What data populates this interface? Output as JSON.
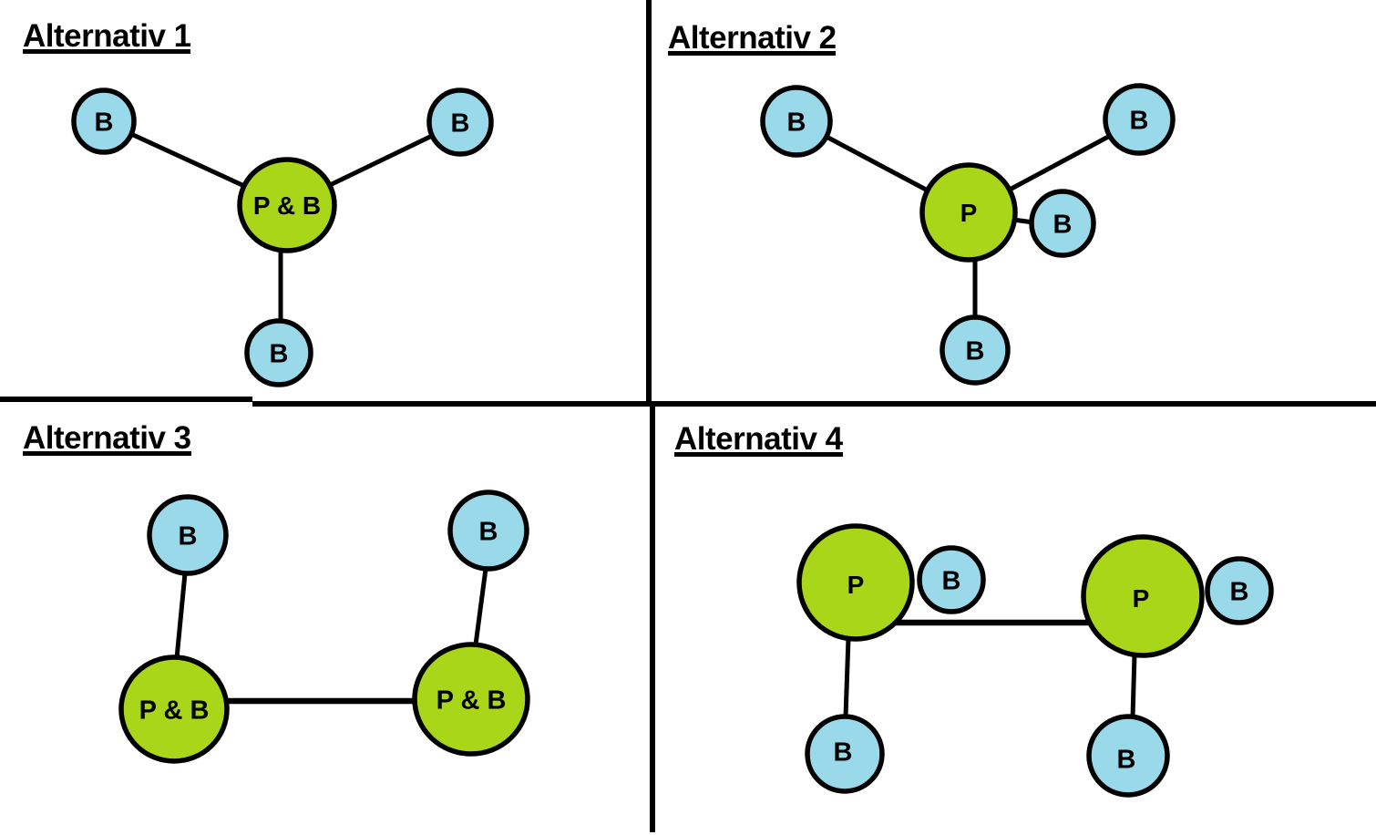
{
  "colors": {
    "node_green": "#A9D618",
    "node_blue": "#99D9EA",
    "ink": "#000000",
    "background": "#FFFFFF"
  },
  "alternatives": [
    {
      "title": "Alternativ 1",
      "nodes": {
        "b_top_left": "B",
        "b_top_right": "B",
        "hub": "P & B",
        "b_bottom": "B"
      }
    },
    {
      "title": "Alternativ 2",
      "nodes": {
        "b_top_left": "B",
        "b_top_right": "B",
        "hub": "P",
        "b_attached": "B",
        "b_bottom": "B"
      }
    },
    {
      "title": "Alternativ 3",
      "nodes": {
        "b_left": "B",
        "b_right": "B",
        "hub_left": "P & B",
        "hub_right": "P & B"
      }
    },
    {
      "title": "Alternativ 4",
      "nodes": {
        "p_left": "P",
        "b_attached_left": "B",
        "b_below_left": "B",
        "p_right": "P",
        "b_attached_right": "B",
        "b_below_right": "B"
      }
    }
  ]
}
